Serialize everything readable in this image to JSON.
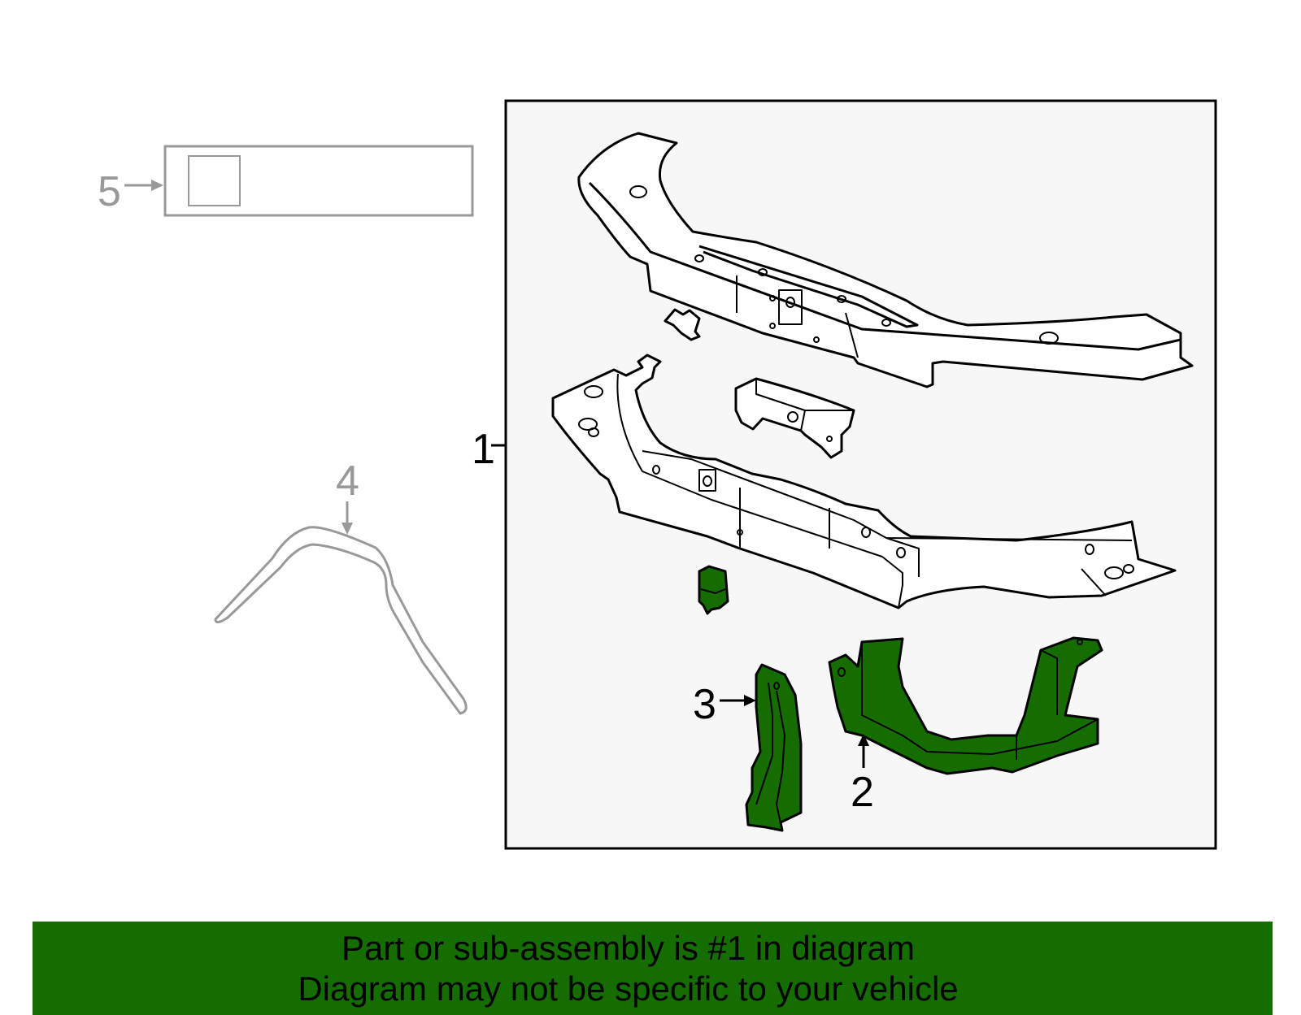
{
  "callouts": {
    "c1": "1",
    "c2": "2",
    "c3": "3",
    "c4": "4",
    "c5": "5"
  },
  "banner": {
    "line1": "Part or sub-assembly is #1 in diagram",
    "line2": "Diagram may not be specific to your vehicle"
  },
  "colors": {
    "highlight": "#156d00",
    "outline": "#000000",
    "faded": "#999999",
    "panel": "#f7f7f7"
  }
}
